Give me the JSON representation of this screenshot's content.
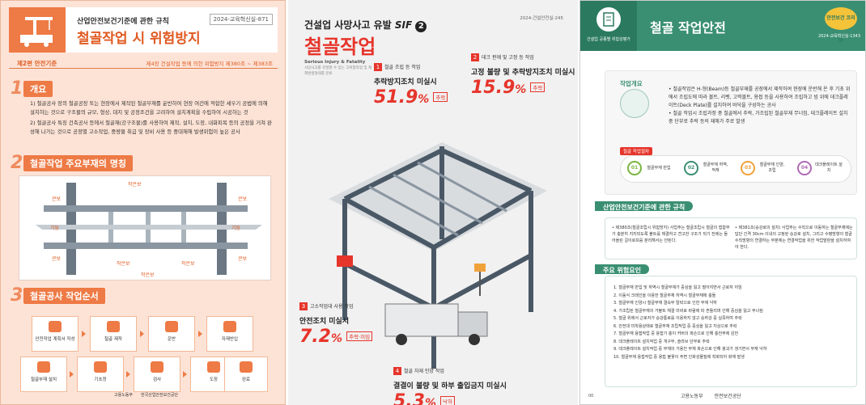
{
  "panel1": {
    "subtitle": "산업안전보건기준에 관한 규칙",
    "title": "철골작업 시 위험방지",
    "code": "2024-교육혁신실-871",
    "chapter_left": "제2편 안전기준",
    "chapter_right": "제4장 건설작업 등에 의한 위험방지 제380조 ~ 제383조",
    "sec1": {
      "num": "1",
      "label": "개요"
    },
    "para1": "1) 철골공사 장의 철골공장 또는 현장에서 제작된 철골부재를 운반하여 현장 여건에 적합한 세우기 공법에 의해 설치하는 것으로 구조물의 규모, 형상, 대지 및 공정조건을 고려하여 설치계획을 수립하여 시공하는 것",
    "para2": "2) 철골공사 특징 건축공사 등에서 철골재(강구조물)를 사용하여 제작, 설치, 도장, 내화피복 등의 공정을 거쳐 완성해 나가는 것으로 공정별 고소작업, 중량물 취급 및 장비 사용 등 중대재해 발생위험이 높은 공사",
    "sec2": {
      "num": "2",
      "label": "철골작업 주요부재의 명칭"
    },
    "diagram_labels": [
      "작은보",
      "큰보",
      "큰보",
      "큰보",
      "큰보",
      "기둥",
      "기둥",
      "작은보",
      "작은보",
      "작은보"
    ],
    "sec3": {
      "num": "3",
      "label": "철골공사 작업순서"
    },
    "steps": [
      "안전작업 계획서 작성",
      "철골 제작",
      "운반",
      "자재반입",
      "철골부재 설치",
      "기초정",
      "검사",
      "도장",
      "완료"
    ],
    "footer": [
      "고용노동부",
      "한국산업안전보건공단"
    ]
  },
  "panel2": {
    "kicker": "건설업 사망사고 유발",
    "sif": "SIF",
    "sif_num": "2",
    "title": "철골작업",
    "code": "2024-건설안전실-245",
    "source_title": "Serious Injury & Fatality",
    "source_text": "사망사고를 유발할 수 있는 고위험작업 및 재해발생형태를 분류",
    "stats": [
      {
        "num": "1",
        "small": "철골 조립 등 작업",
        "big": "추락방지조치 미실시",
        "pct": "51.9",
        "unit": "%",
        "tag": "추락"
      },
      {
        "num": "2",
        "small": "데크 판깨 및 고정 등 작업",
        "big": "고정 불량 및 추락방지조치 미실시",
        "pct": "15.9",
        "unit": "%",
        "tag": "추락"
      },
      {
        "num": "3",
        "small": "고소작업대 사용 작업",
        "big": "안전조치 미실시",
        "pct": "7.2",
        "unit": "%",
        "tag": "추락·끼임"
      },
      {
        "num": "4",
        "small": "철골 자재 인양 작업",
        "big": "결결이 불량 및 하부 출입금지 미실시",
        "pct": "5.3",
        "unit": "%",
        "tag": "낙하"
      }
    ],
    "colors": {
      "accent": "#e6352b",
      "steel": "#4a5866"
    }
  },
  "panel3": {
    "title": "철골 작업안전",
    "header_small": "건설업 공종별 위험성평가",
    "code": "2024-교육혁신실-1343",
    "logo": "안전보건 코리아",
    "overview_title": "작업개요",
    "overview_1": "철골작업은 H-형(Beam)등 철골부재를 공장에서 제작하여 현장에 운반해 온 후 기초 위에서 조립도에 따라 볼트, 리벳, 고력볼트, 용접 등을 사용하여 조립하고 빔 위에 데크플레이트(Deck Plate)를 설치하여 바닥을 구성하는 공사",
    "overview_2": "철골 작업시 조립과정 중 철골에서 추락, 가조립된 철골부재 무너짐, 데크플레이트 설치 중 단부로 추락 등의 재해가 주로 발생",
    "process_label": "철골 작업절차",
    "process": [
      {
        "n": "01",
        "l": "철골부재 반입",
        "c": "#7ab542"
      },
      {
        "n": "02",
        "l": "철골부재 하역, 적재",
        "c": "#3a8f72"
      },
      {
        "n": "03",
        "l": "철골부재 인양, 조립",
        "c": "#f0a23a"
      },
      {
        "n": "04",
        "l": "데크플레이트 설치",
        "c": "#b06bb5"
      }
    ],
    "rules_title": "산업안전보건기준에 관한 규칙",
    "rule_1": "제380조(철골조립시 위험방지) 사업주는 철골조립시 철골의 접합부가 충분히 지지되도록 볼트를 체결하고 견고한 구조가 되기 전에는 들어올린 걸이로프를 분리해서는 안된다.",
    "rule_2": "제381조(승강로의 설치) 사업주는 수직으로 이동하는 철골부재에는 답단 간격 30cm 이내의 고정된 승강로 설치, 그리고 수평방향의 철골 수직방향의 연결하는 부분에는 연결작업을 위한 작업발판을 설치하여야 한다.",
    "risks_title": "주요 위험요인",
    "risks": [
      "1. 철골부재 반입 및 하역시 철골부재가 중심을 잃고 떨어지면서 근로자 끼임",
      "2. 이동식 크레인을 이용한 철골부재 하역시 철골부재에 충돌",
      "3. 철골부재 인양시 철골부재 결속부 탈락으로 인한 부재 낙하",
      "4. 가조립된 철골부재의 거불트 체결 미비로 바람에 따 흔들리며 인해 중심을 잃고 무너짐",
      "5. 철골 위에서 근로자가 승강통로를 이용하지 않고 승하강 중 실족하여 추락",
      "6. 안전대 미착용상태로 철골부재 조립작업 중 중심을 잃고 지상으로 추락",
      "7. 철골부재 용접작업 중 용접기 충이 커버의 파손으로 인해 충전부에 감전",
      "8. 데크플레이트 설치작업 중 개구부, 슬라브 단부로 추락",
      "9. 데크플레이트 설치작업 중 부재의 거용진 부재 파손으로 인해 붕괴가 생기면서 부재 낙하",
      "10. 철골부재 용접작업 중 용접 불꽃이 주변 인화성물질에 착화되어 화재 발생"
    ],
    "page": "00",
    "footer": [
      "고용노동부",
      "안전보건공단"
    ]
  }
}
